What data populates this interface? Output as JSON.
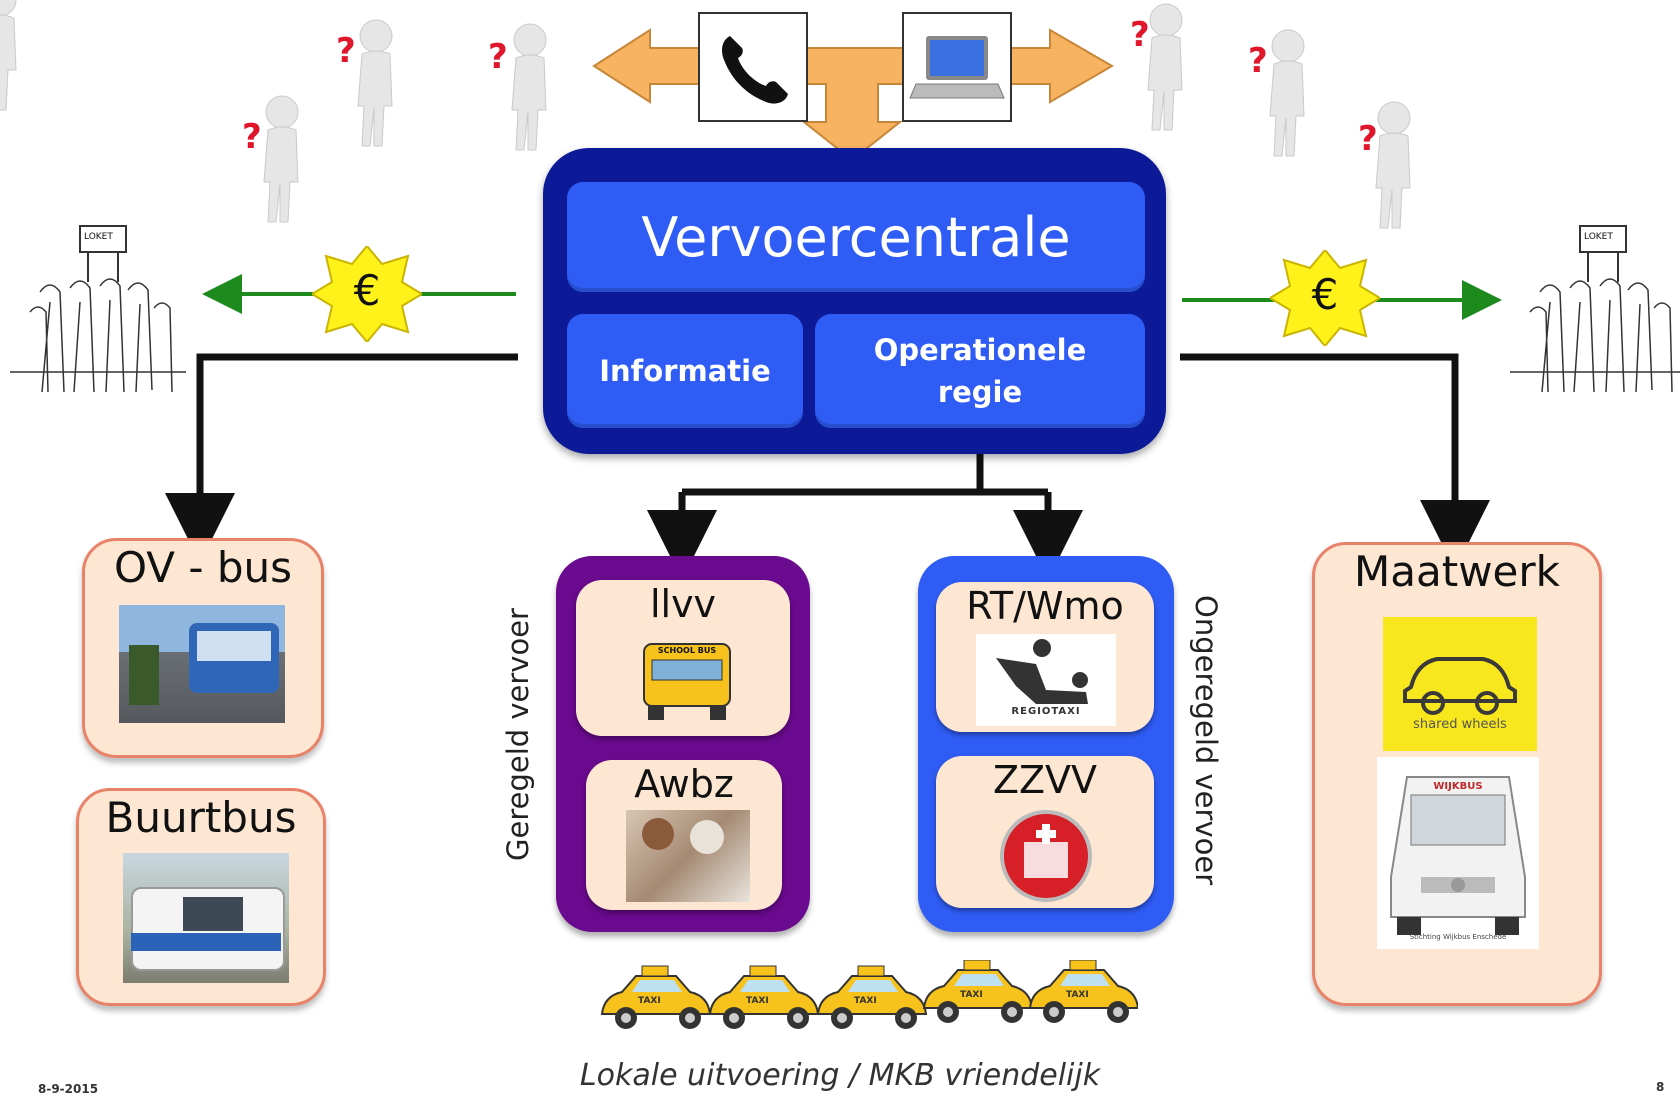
{
  "central": {
    "title": "Vervoercentrale",
    "info": "Informatie",
    "regie_line1": "Operationele",
    "regie_line2": "regie"
  },
  "payment_symbol_left": "€",
  "payment_symbol_right": "€",
  "loket_sign_left": "LOKET",
  "loket_sign_right": "LOKET",
  "ov_bus": {
    "label": "OV - bus"
  },
  "buurtbus": {
    "label": "Buurtbus"
  },
  "maatwerk": {
    "label": "Maatwerk",
    "shared_wheels": "shared wheels",
    "wijkbus_sign": "WIJKBUS",
    "wijkbus_caption": "Stichting Wijkbus Enschede"
  },
  "geregeld": {
    "side_label": "Geregeld vervoer",
    "items": [
      {
        "label": "llvv",
        "badge": "SCHOOL BUS"
      },
      {
        "label": "Awbz"
      }
    ]
  },
  "ongeregeld": {
    "side_label": "Ongeregeld vervoer",
    "items": [
      {
        "label": "RT/Wmo",
        "badge": "REGIOTAXI"
      },
      {
        "label": "ZZVV"
      }
    ]
  },
  "taxi_label": "TAXI",
  "footer": {
    "caption": "Lokale uitvoering / MKB vriendelijk",
    "date": "8-9-2015",
    "page": "8"
  },
  "colors": {
    "central_dark": "#0c1a98",
    "central_box": "#2f5cf4",
    "box_fill": "#fde6d2",
    "box_border": "#e8836a",
    "geregeld_purple": "#6a0a8e",
    "ongeregeld_blue": "#2f5cf4",
    "arrow_orange": "#f7b360",
    "money_green": "#1e8a1e",
    "euro_star": "#fff21a"
  }
}
